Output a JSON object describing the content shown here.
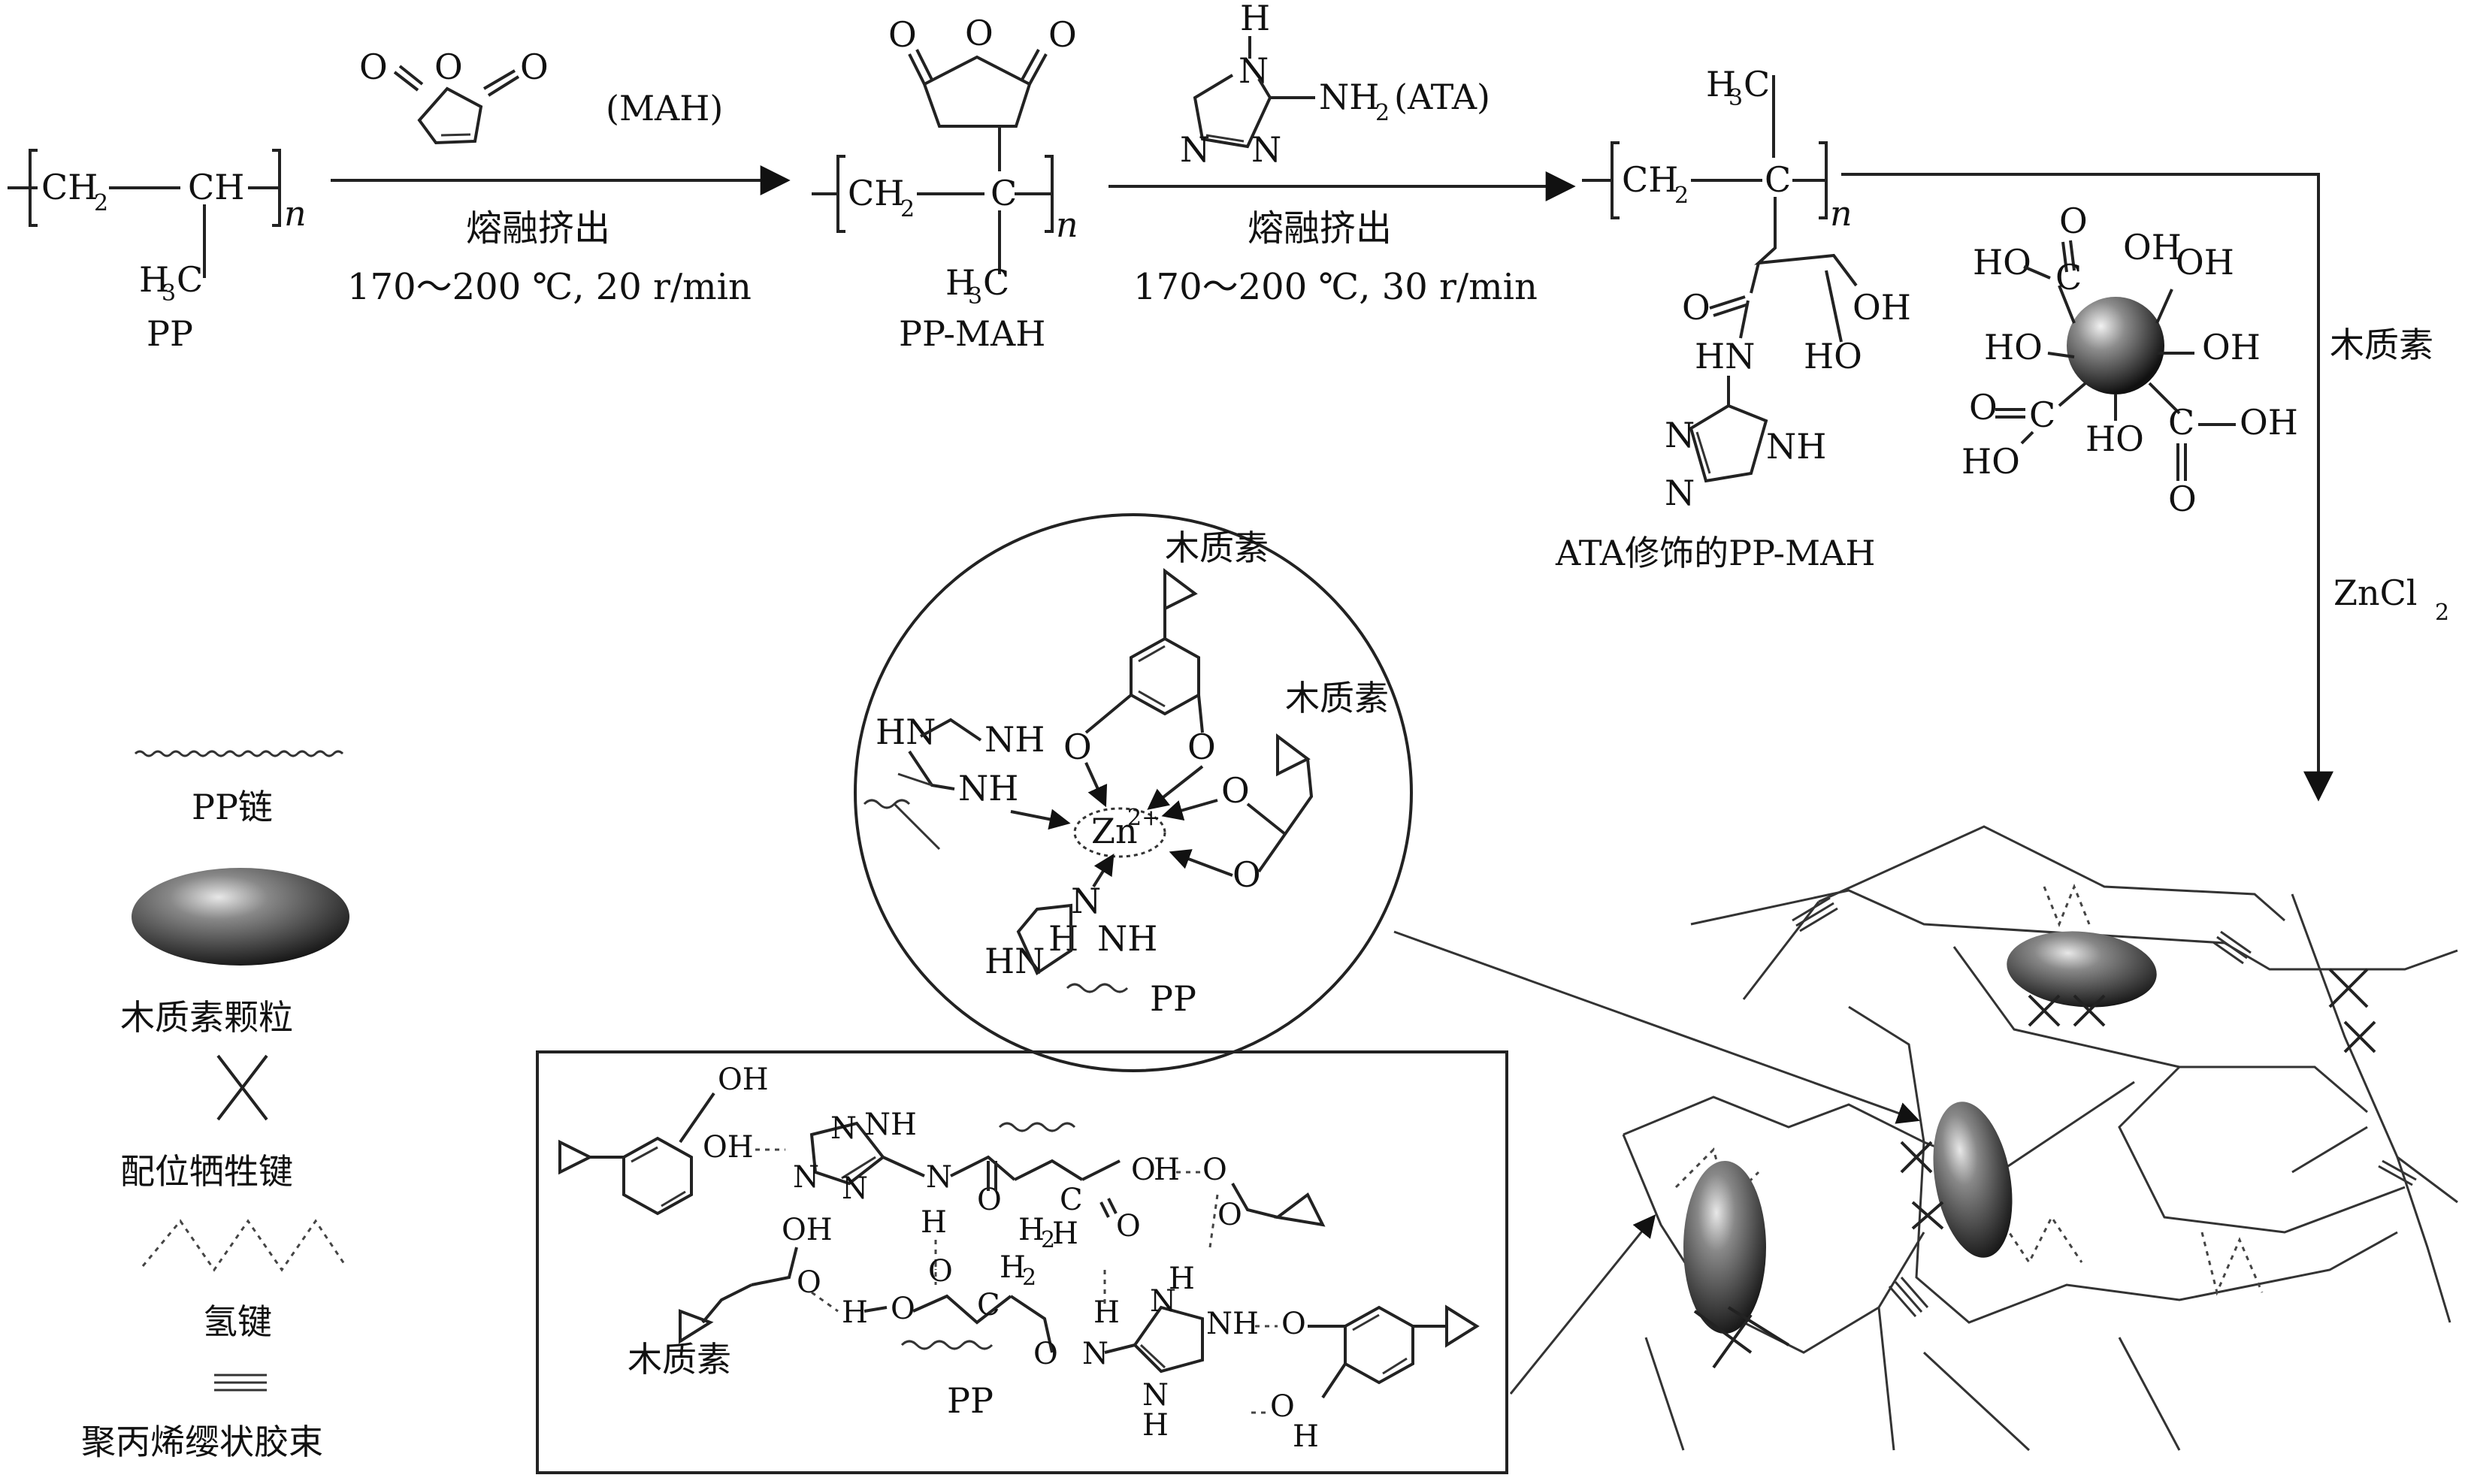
{
  "scheme": {
    "pp": {
      "chain_left": "CH",
      "sub2": "2",
      "chain_right": "CH",
      "repeat": "n",
      "methyl": "H",
      "methyl_sub": "3",
      "methyl_c": "C",
      "name": "PP"
    },
    "step1": {
      "reagent": "(MAH)",
      "process": "熔融挤出",
      "conditions": "170～200 ℃, 20 r/min"
    },
    "pp_mah": {
      "name": "PP-MAH"
    },
    "step2": {
      "reagent_nh2": "NH",
      "reagent_nh2_sub": "2",
      "reagent": "(ATA)",
      "process": "熔融挤出",
      "conditions": "170～200 ℃, 30 r/min"
    },
    "ata_pp_mah": {
      "name": "ATA修饰的PP-MAH"
    },
    "lignin_side": "木质素",
    "zncl2": {
      "base": "ZnCl",
      "sub": "2"
    }
  },
  "circle_detail": {
    "lignin_1": "木质素",
    "lignin_2": "木质素",
    "zn": "Zn",
    "zn_charge": "2+",
    "pp": "PP"
  },
  "box_detail": {
    "lignin": "木质素",
    "pp": "PP"
  },
  "legend": {
    "pp_chain": "PP链",
    "lignin_particle": "木质素颗粒",
    "coord_bond": "配位牺牲键",
    "h_bond": "氢键",
    "micelle": "聚丙烯缨状胶束"
  },
  "colors": {
    "line": "#222222",
    "particle_dark": "#2b2b2b",
    "particle_light": "#d9d9d9"
  }
}
